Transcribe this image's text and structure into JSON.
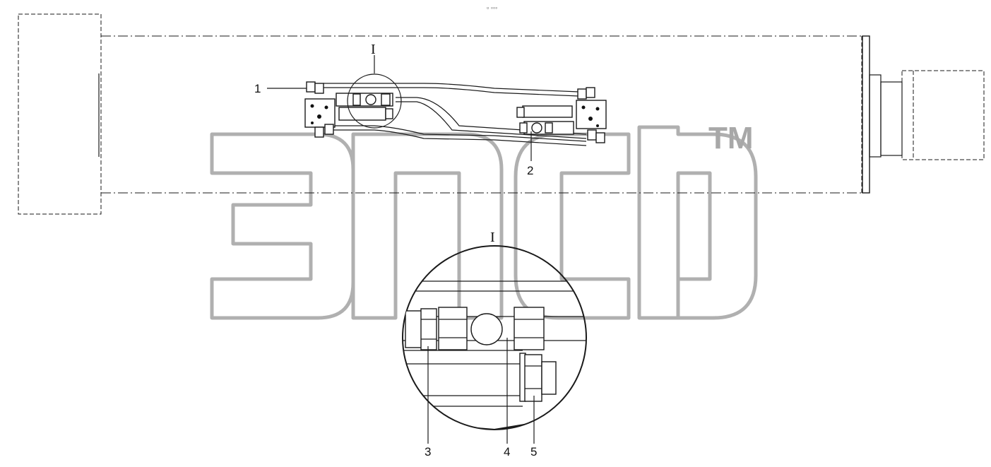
{
  "header": {
    "marker": "▫ ◦◦◦"
  },
  "watermark": {
    "brand": "ЭПСР",
    "trademark": "TM"
  },
  "callouts": {
    "detail_ref_top": "I",
    "detail_ref_zoom": "I",
    "labels": [
      "1",
      "2",
      "3",
      "4",
      "5"
    ]
  }
}
